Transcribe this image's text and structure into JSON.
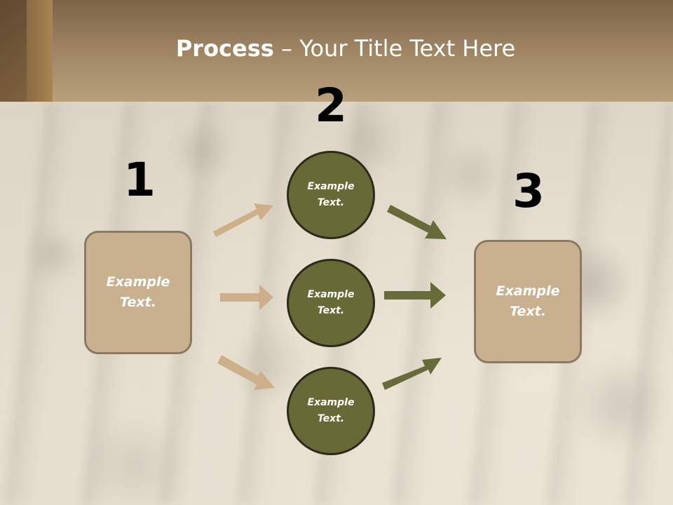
{
  "slide": {
    "title_bold": "Process",
    "title_rest": " – Your Title Text Here",
    "steps": [
      {
        "number": "1",
        "text": "Example\nText."
      },
      {
        "number": "2",
        "circles": [
          "Example\nText.",
          "Example\nText.",
          "Example\nText."
        ]
      },
      {
        "number": "3",
        "text": "Example\nText."
      }
    ]
  },
  "colors": {
    "header": "#9c8261",
    "box_fill": "#c9b08f",
    "circle_fill": "#676a36",
    "arrow_left": "#cdb08a",
    "arrow_right": "#666b39"
  }
}
